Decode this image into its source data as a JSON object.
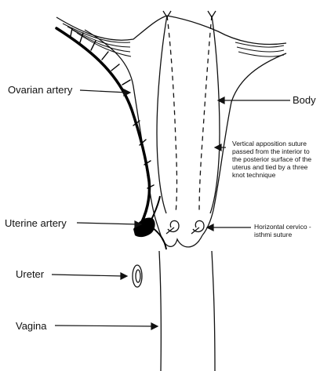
{
  "labels": {
    "ovarian_artery": "Ovarian artery",
    "body": "Body",
    "vertical_suture": [
      "Vertical apposition suture",
      "passed from the interior to",
      "the posterior surface of the",
      "uterus and tied by a three",
      "knot technique"
    ],
    "uterine_artery": "Uterine artery",
    "horizontal_suture": [
      "Horizontal cervico -",
      "isthmi suture"
    ],
    "ureter": "Ureter",
    "vagina": "Vagina"
  }
}
